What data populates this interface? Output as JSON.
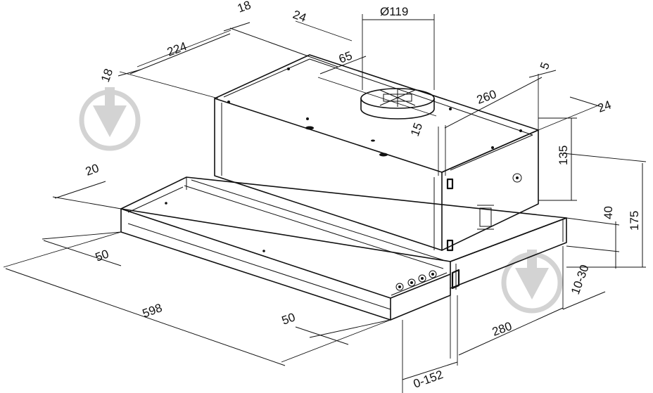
{
  "dimensions": {
    "top_18": "18",
    "top_24": "24",
    "duct_diameter": "Ø119",
    "depth_224": "224",
    "left_18": "18",
    "offset_65": "65",
    "right_5": "5",
    "width_260": "260",
    "right_24": "24",
    "offset_15": "15",
    "height_135": "135",
    "height_175": "175",
    "height_40": "40",
    "left_20": "20",
    "left_50": "50",
    "width_598": "598",
    "front_50": "50",
    "depth_280": "280",
    "range_10_30": "10-30",
    "extension_0_152": "0-152"
  },
  "watermark": {
    "icon": "drop-watermark-icon",
    "color": "#d3d3d3"
  }
}
